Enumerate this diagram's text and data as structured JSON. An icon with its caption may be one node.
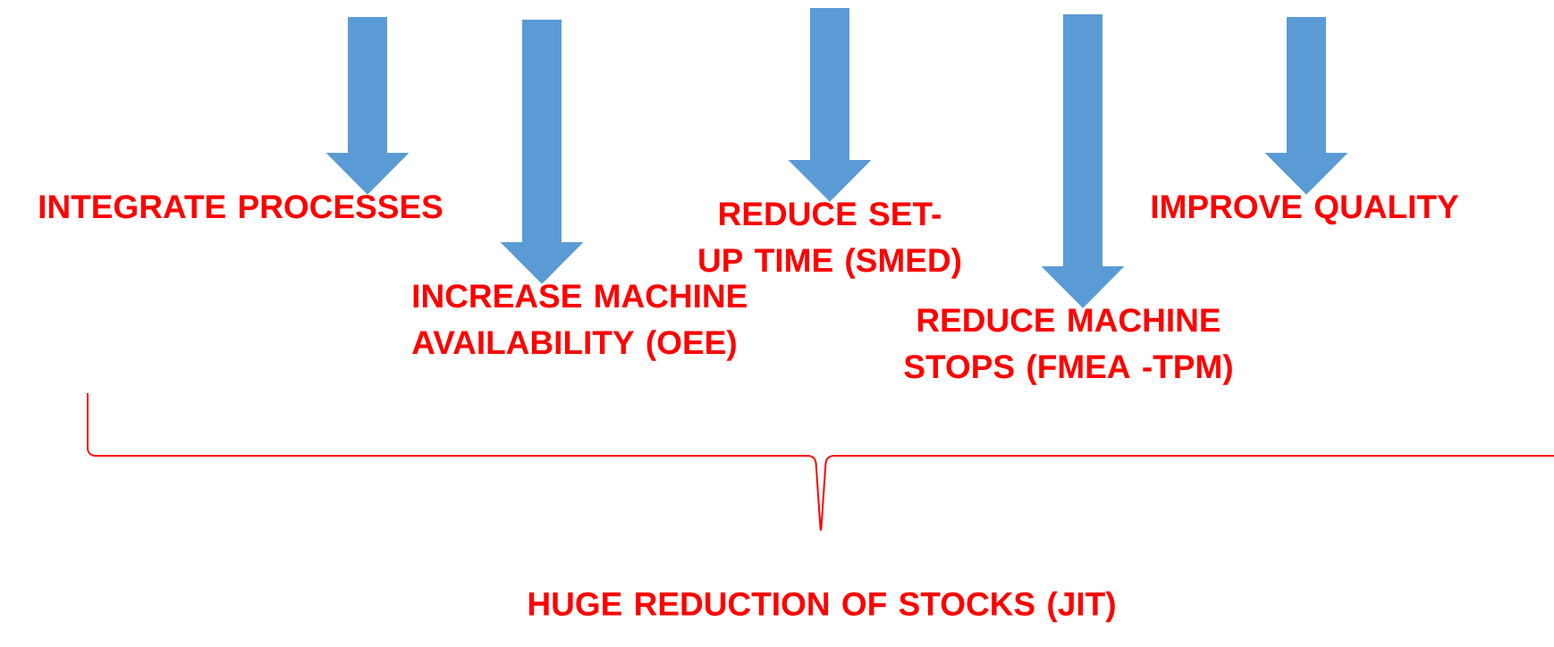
{
  "diagram": {
    "nodes": [
      {
        "text": [
          "INTEGRATE PROCESSES"
        ]
      },
      {
        "text": [
          "INCREASE MACHINE AVAILABILITY (OEE)"
        ]
      },
      {
        "text": [
          "REDUCE SET-UP TIME (SMED)"
        ]
      },
      {
        "text": [
          "REDUCE MACHINE STOPS (FMEA -TPM)"
        ]
      },
      {
        "text": [
          "IMPROVE QUALITY"
        ]
      }
    ],
    "edges": [
      {
        "from": null,
        "to": 0,
        "arrow": "to"
      },
      {
        "from": null,
        "to": 1,
        "arrow": "to"
      },
      {
        "from": null,
        "to": 2,
        "arrow": "to"
      },
      {
        "from": null,
        "to": 3,
        "arrow": "to"
      },
      {
        "from": null,
        "to": 4,
        "arrow": "to"
      }
    ],
    "labels": [
      "HUGE REDUCTION OF STOCKS (JIT)"
    ]
  }
}
